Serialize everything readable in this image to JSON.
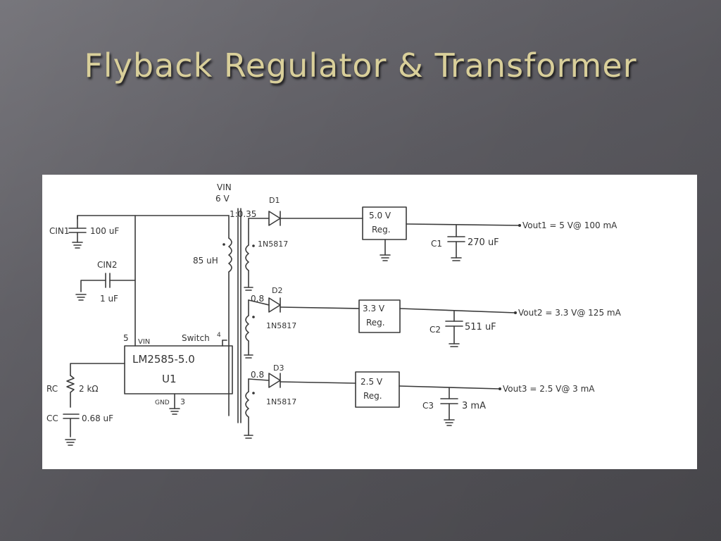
{
  "slide": {
    "title": "Flyback Regulator & Transformer",
    "theme_colors": {
      "background": "#5c5b61",
      "title_text": "#d9cf9a",
      "panel": "#ffffff",
      "ink": "#333333"
    }
  },
  "schematic": {
    "vin_label": "VIN",
    "vin_value": "6 V",
    "ratio_1": "1:0.35",
    "ratio_2": "0.8",
    "ratio_3": "0.8",
    "primary_inductance": "85 uH",
    "cin1_label": "CIN1",
    "cin1_value": "100 uF",
    "cin2_label": "CIN2",
    "cin2_value": "1 uF",
    "ic_part": "LM2585-5.0",
    "ic_ref": "U1",
    "pin5_label": "5",
    "vin_pin_label": "VIN",
    "switch_label": "Switch",
    "switch_pin": "4",
    "gnd_label": "GND",
    "gnd_pin": "3",
    "rc_label": "RC",
    "rc_value": "2 kΩ",
    "cc_label": "CC",
    "cc_value": "0.68 uF",
    "d1_label": "D1",
    "d1_part": "1N5817",
    "d2_label": "D2",
    "d2_part": "1N5817",
    "d3_label": "D3",
    "d3_part": "1N5817",
    "reg1_value": "5.0 V",
    "reg1_label": "Reg.",
    "reg2_value": "3.3 V",
    "reg2_label": "Reg.",
    "reg3_value": "2.5 V",
    "reg3_label": "Reg.",
    "c1_label": "C1",
    "c1_value": "270 uF",
    "c2_label": "C2",
    "c2_value": "511 uF",
    "c3_label": "C3",
    "c3_value": "3 mA",
    "vout1": "Vout1 = 5 V@ 100 mA",
    "vout2": "Vout2 = 3.3 V@ 125 mA",
    "vout3": "Vout3 = 2.5 V@ 3 mA"
  }
}
